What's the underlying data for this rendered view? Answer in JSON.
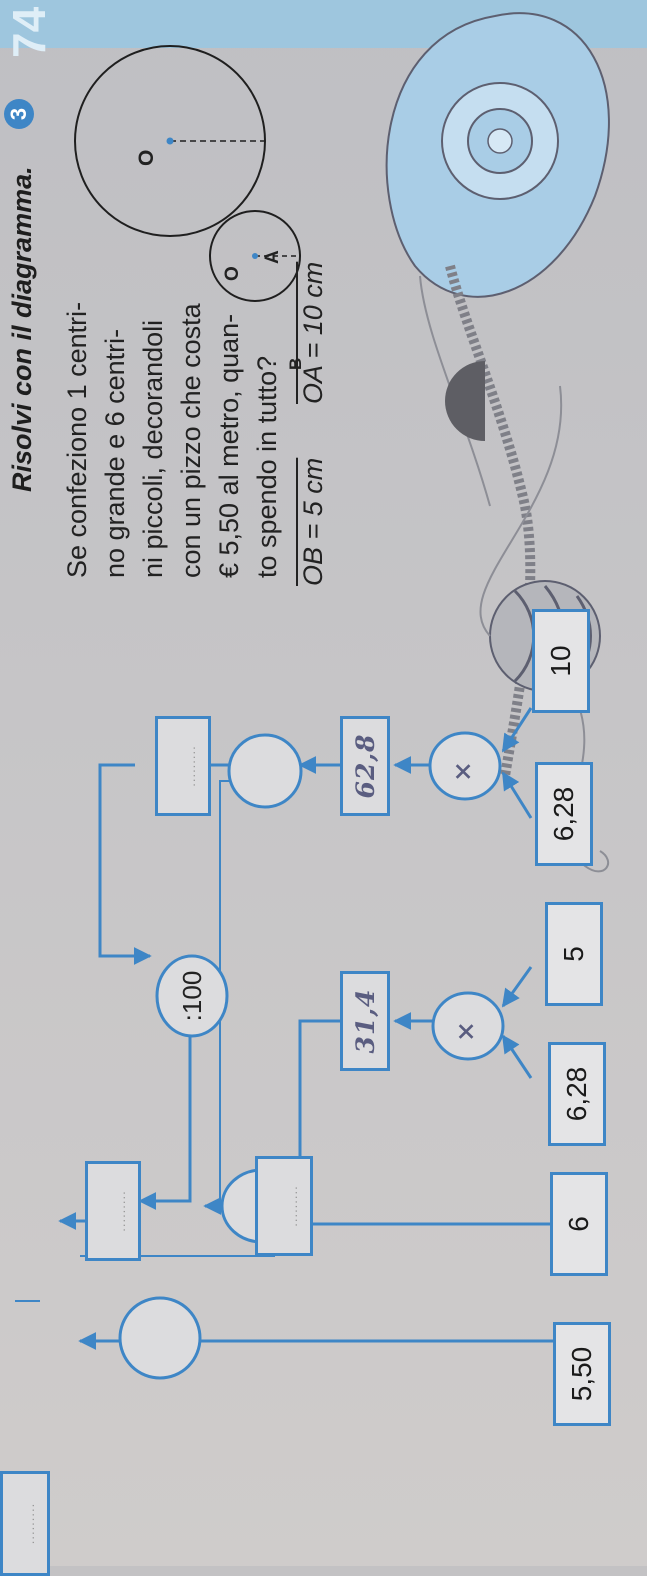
{
  "page_number": "74",
  "exercise": {
    "number": "3",
    "instruction": "Risolvi con il diagramma.",
    "problem_lines": [
      "Se confeziono 1 centri-",
      "no grande e 6 centri-",
      "ni piccoli, decorandoli",
      "con un pizzo che costa",
      "€ 5,50 al metro, quan-",
      "to spendo in tutto?"
    ],
    "measure_oa": "OA = 10 cm",
    "measure_ob": "OB = 5 cm",
    "figure_labels": {
      "center_large": "O",
      "point_a": "A",
      "center_small": "O",
      "point_b": "B"
    }
  },
  "diagram": {
    "inputs": [
      "10",
      "6,28",
      "5",
      "6,28",
      "6",
      "5,50"
    ],
    "operators": {
      "multiply_1": "×",
      "multiply_2": "×",
      "divide": ":100"
    },
    "handwritten": {
      "multiply_1": "×",
      "multiply_2": "×",
      "result_1": "62,8",
      "result_2": "31,4"
    },
    "dotted": "........."
  },
  "colors": {
    "diagram_blue": "#3e86c6",
    "lace_blue": "#a9cde6",
    "paper": "#c6c5c7"
  }
}
